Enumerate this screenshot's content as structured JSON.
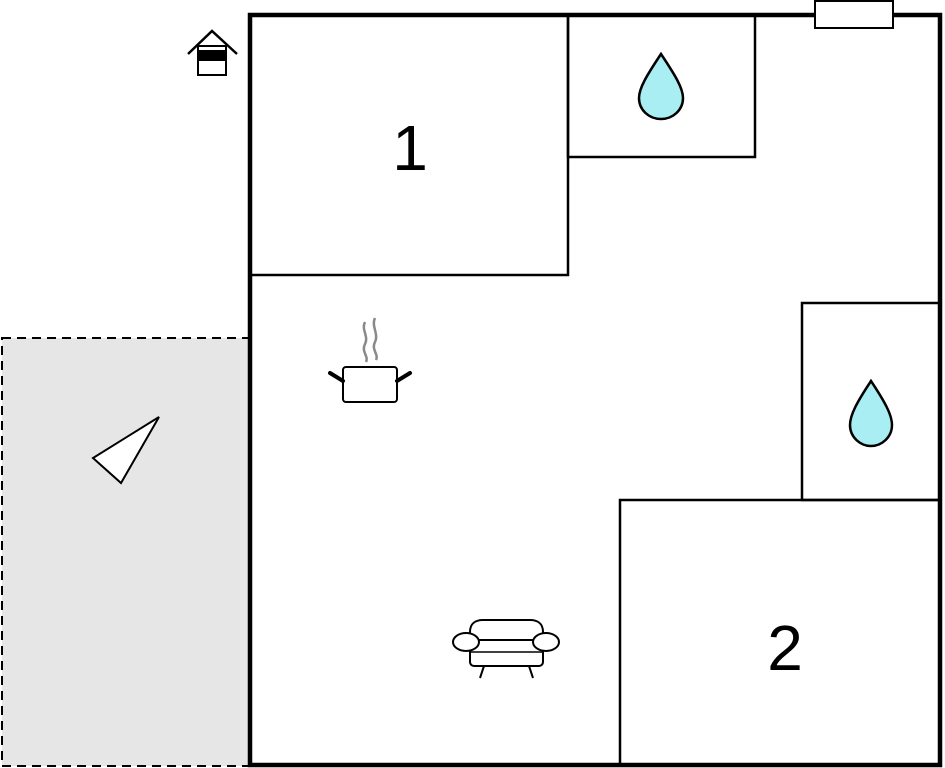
{
  "floorplan": {
    "bedrooms": [
      {
        "label": "1"
      },
      {
        "label": "2"
      }
    ],
    "bathrooms": [
      {
        "icon": "water-drop-icon"
      },
      {
        "icon": "water-drop-icon"
      }
    ],
    "kitchen": {
      "icon": "cooking-pot-icon"
    },
    "living_area": {
      "icon": "sofa-icon"
    },
    "terrace": {
      "icon": "viewing-direction-icon",
      "fill": "#e6e6e6",
      "border": "dashed"
    },
    "entrance": {
      "icon": "house-entrance-icon"
    },
    "window": {
      "icon": "window-icon"
    },
    "colors": {
      "wall": "#000000",
      "water": "#a9eef2",
      "terrace": "#e6e6e6",
      "steam": "#8a8a8a"
    }
  }
}
